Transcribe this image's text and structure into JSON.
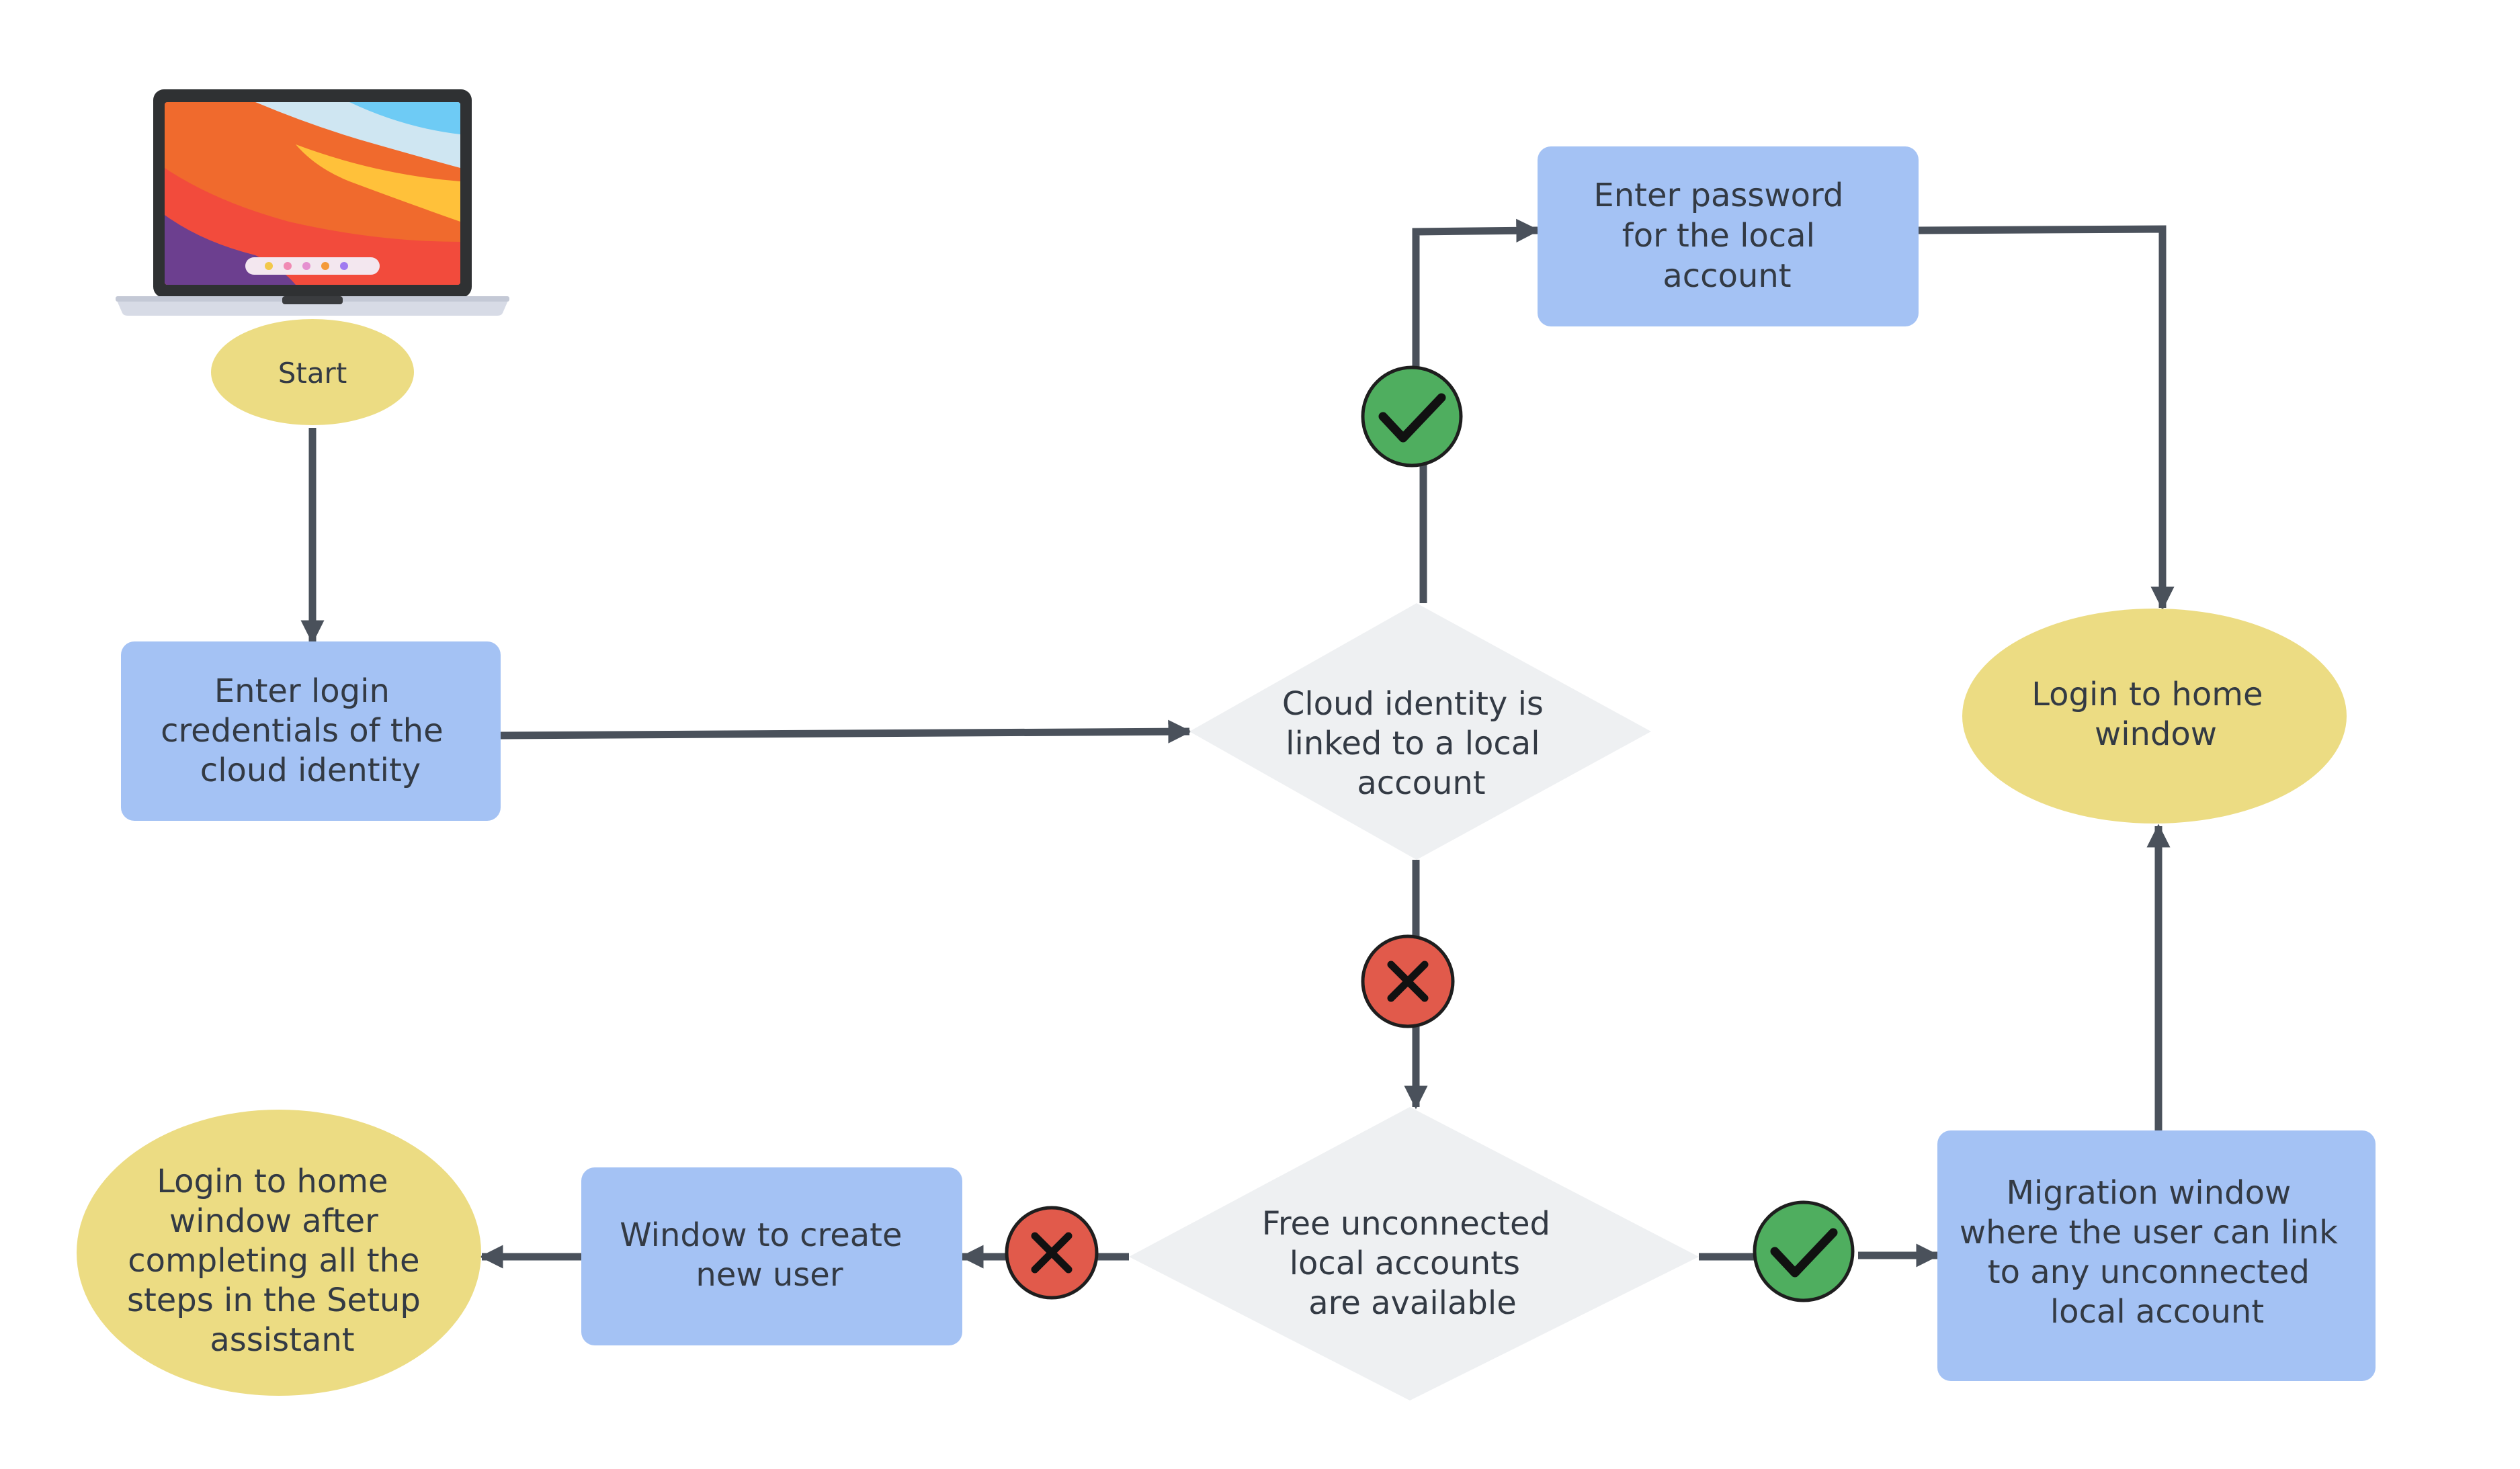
{
  "colors": {
    "process_fill": "#a4c2f4",
    "terminal_fill": "#ecdc83",
    "decision_fill": "#eef0f2",
    "arrow": "#4a515b",
    "check_fill": "#4fae5f",
    "cross_fill": "#e15a4b",
    "text": "#333a44"
  },
  "icons": {
    "laptop": "laptop-icon",
    "yes": "checkmark-icon",
    "no": "cross-icon"
  },
  "nodes": {
    "start": "Start",
    "enter_login": [
      "Enter login",
      "credentials  of the",
      "cloud identity"
    ],
    "cloud_linked": [
      "Cloud identity is",
      "linked to a local",
      "account"
    ],
    "enter_password": [
      "Enter password",
      "for the local",
      "account"
    ],
    "login_home": [
      "Login to home",
      "window"
    ],
    "free_unconnected": [
      "Free unconnected",
      "local accounts",
      "are available"
    ],
    "migration_window": [
      "Migration window",
      "where the user can link",
      "to any unconnected",
      "local account"
    ],
    "create_user": [
      "Window to create",
      "new user"
    ],
    "login_after_setup": [
      "Login to home",
      "window after",
      "completing all the",
      "steps in the Setup",
      "assistant"
    ]
  }
}
